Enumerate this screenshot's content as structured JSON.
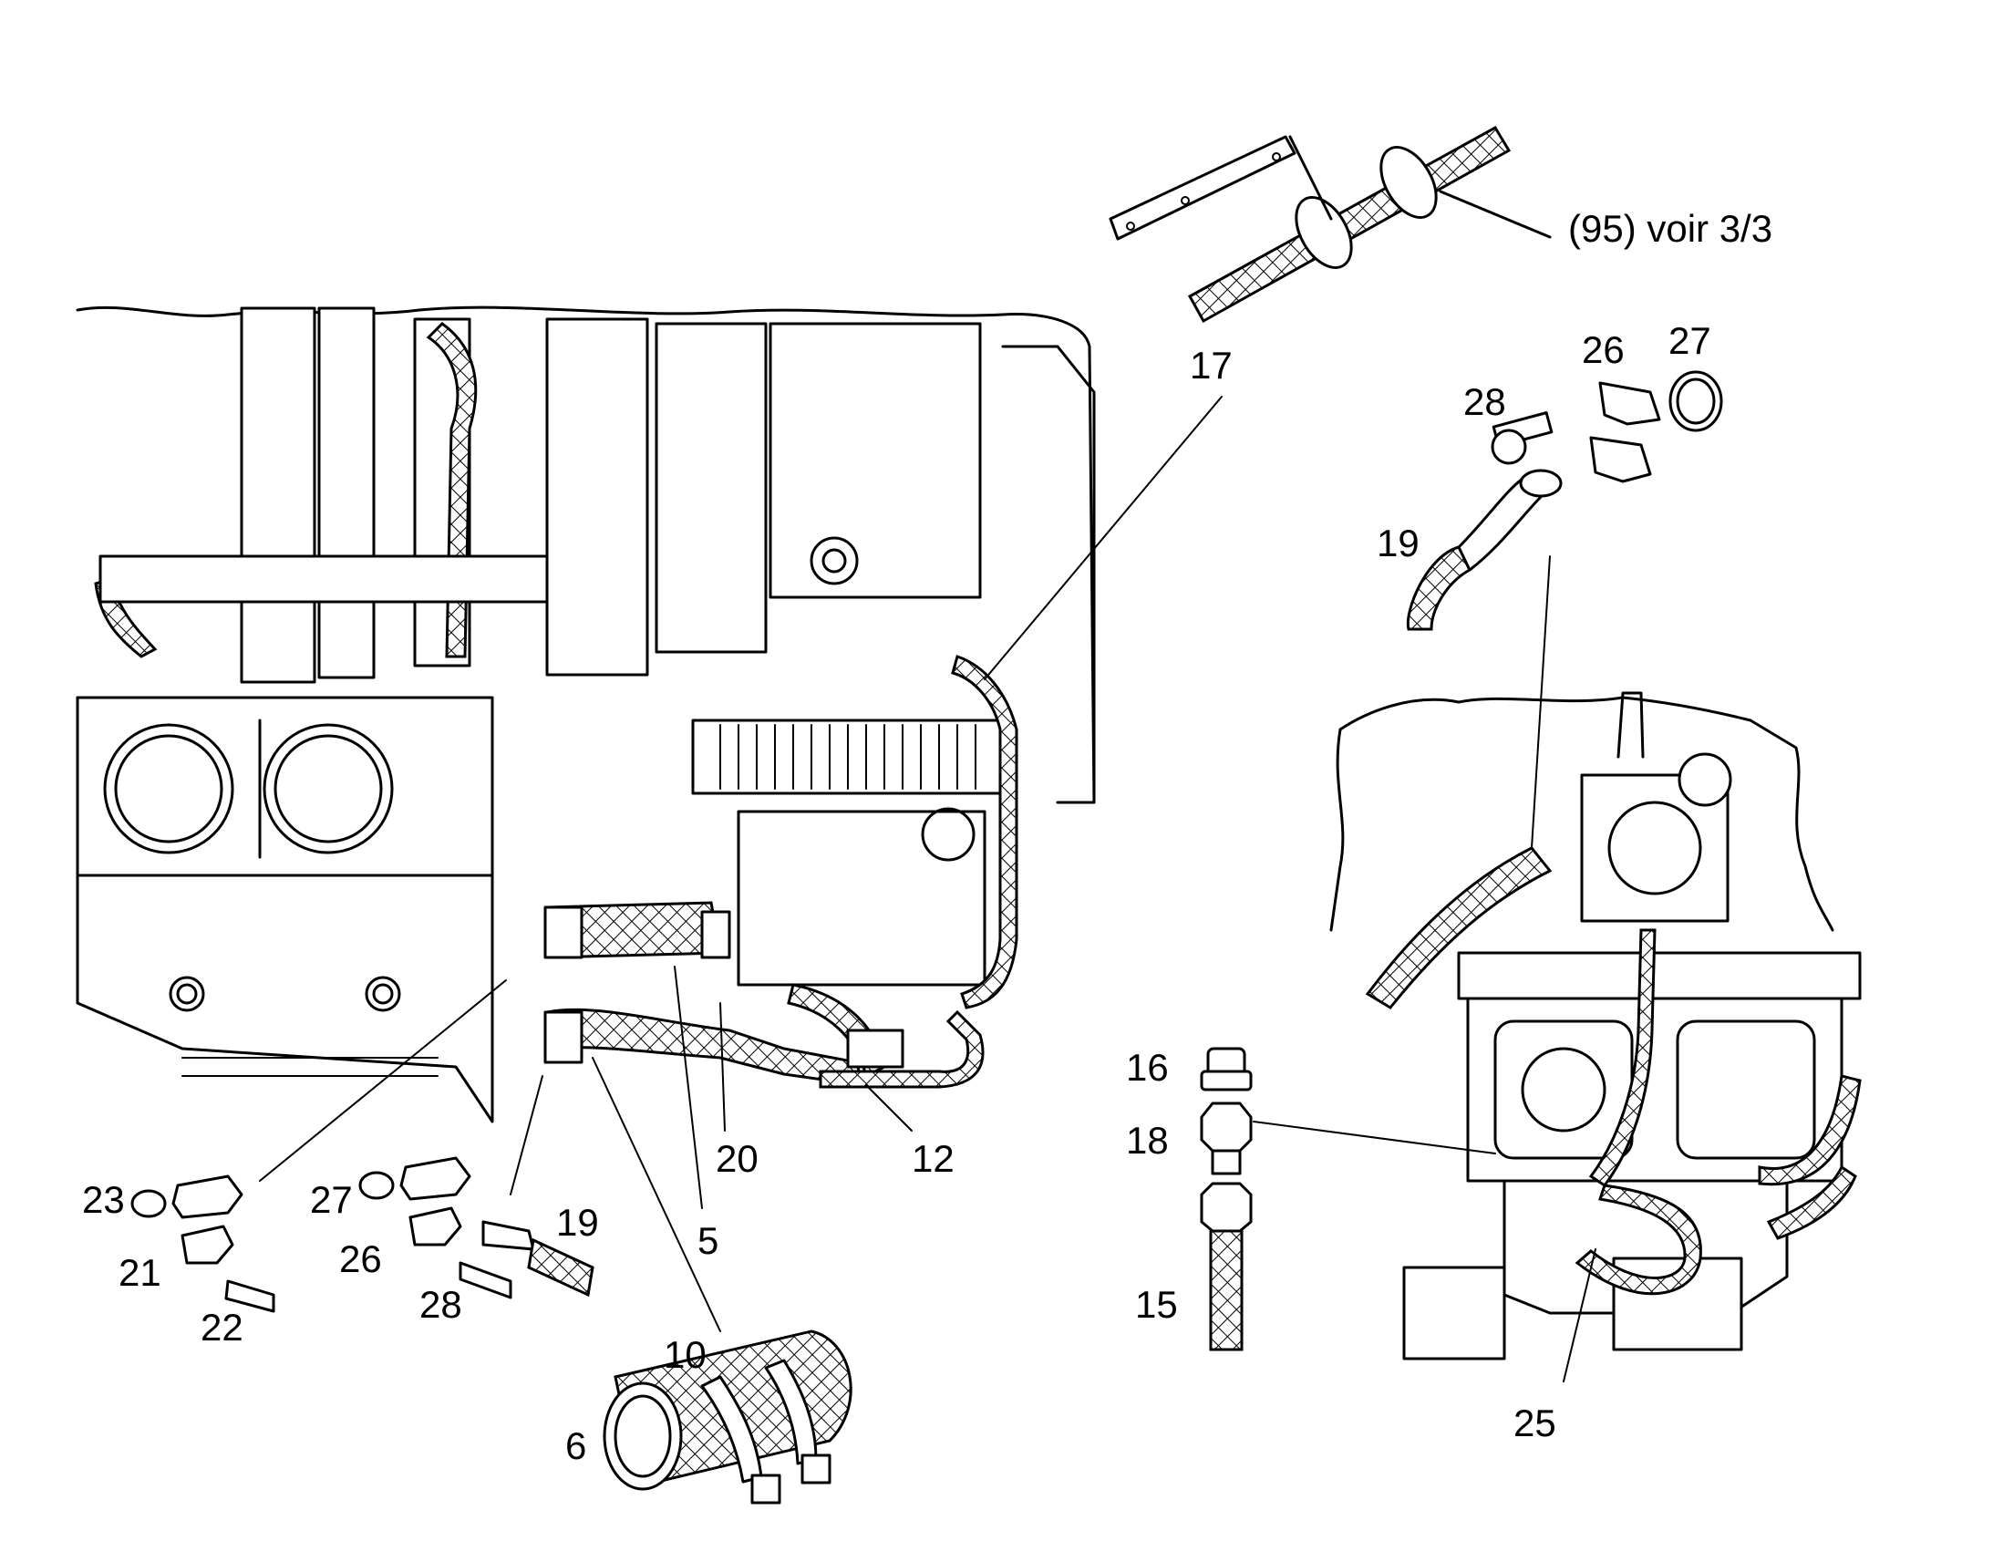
{
  "diagram": {
    "callouts": {
      "c17": "17",
      "c95": "(95) voir 3/3",
      "c26a": "26",
      "c27a": "27",
      "c28a": "28",
      "c19a": "19",
      "c16": "16",
      "c18": "18",
      "c15": "15",
      "c25": "25",
      "c23": "23",
      "c27b": "27",
      "c21": "21",
      "c22": "22",
      "c26b": "26",
      "c28b": "28",
      "c19b": "19",
      "c20": "20",
      "c12": "12",
      "c5": "5",
      "c10": "10",
      "c6": "6"
    }
  }
}
